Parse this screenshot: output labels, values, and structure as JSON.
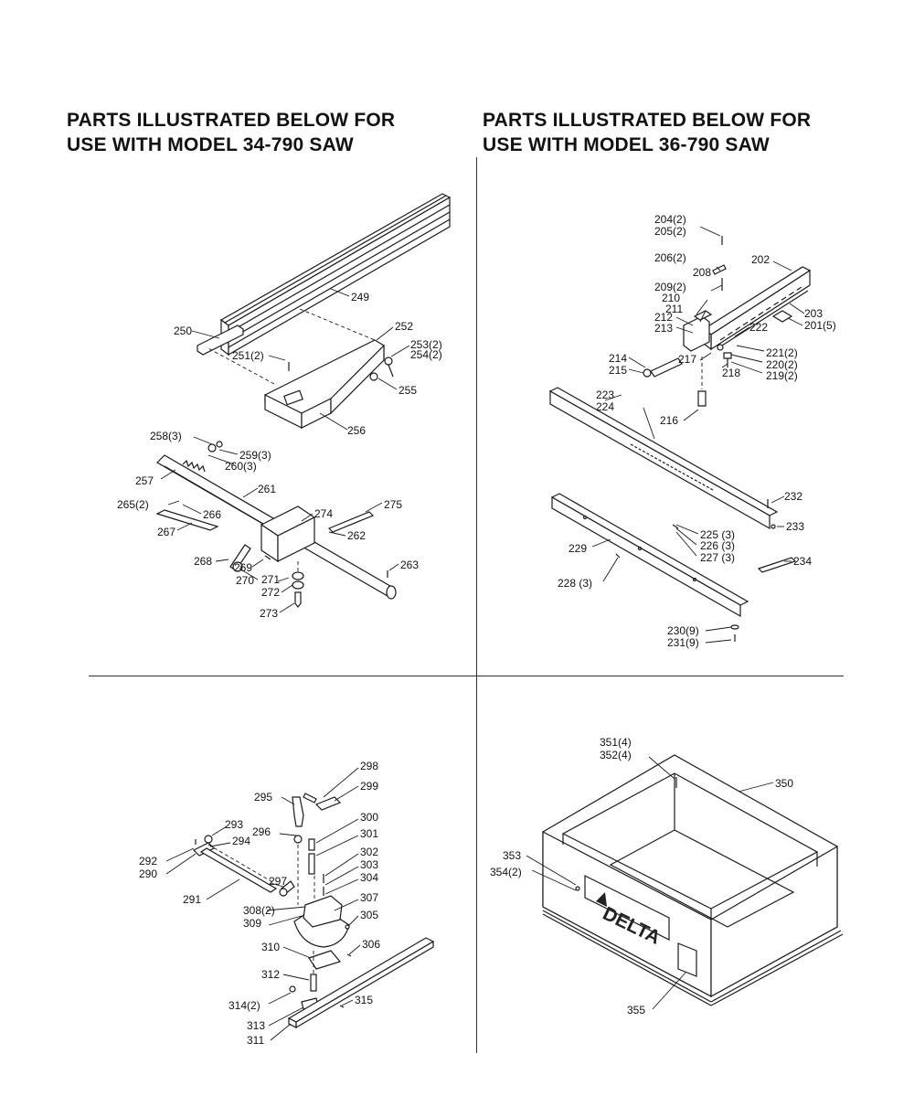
{
  "headings": {
    "left": {
      "line1": "PARTS ILLUSTRATED BELOW FOR",
      "line2": "USE WITH MODEL 34-790 SAW"
    },
    "right": {
      "line1": "PARTS ILLUSTRATED BELOW FOR",
      "line2": "USE WITH MODEL 36-790 SAW"
    }
  },
  "callouts": {
    "top_left": [
      "249",
      "250",
      "251(2)",
      "252",
      "253(2)",
      "254(2)",
      "255",
      "256",
      "258(3)",
      "259(3)",
      "260(3)",
      "257",
      "261",
      "265(2)",
      "266",
      "267",
      "274",
      "275",
      "262",
      "263",
      "268",
      "269",
      "270",
      "271",
      "272",
      "273"
    ],
    "top_right": [
      "204(2)",
      "205(2)",
      "206(2)",
      "208",
      "202",
      "209(2)",
      "210",
      "211",
      "212",
      "213",
      "203",
      "201(5)",
      "222",
      "221(2)",
      "220(2)",
      "219(2)",
      "214",
      "215",
      "217",
      "218",
      "216",
      "223",
      "224",
      "232",
      "233",
      "225 (3)",
      "226 (3)",
      "227 (3)",
      "229",
      "228 (3)",
      "234",
      "230(9)",
      "231(9)"
    ],
    "bottom_left": [
      "298",
      "299",
      "295",
      "300",
      "293",
      "294",
      "296",
      "301",
      "292",
      "290",
      "302",
      "303",
      "297",
      "304",
      "291",
      "307",
      "308(2)",
      "305",
      "309",
      "306",
      "310",
      "312",
      "314(2)",
      "315",
      "313",
      "311"
    ],
    "bottom_right": [
      "351(4)",
      "352(4)",
      "350",
      "353",
      "354(2)",
      "355"
    ]
  },
  "logo": {
    "text": "DELTA"
  }
}
